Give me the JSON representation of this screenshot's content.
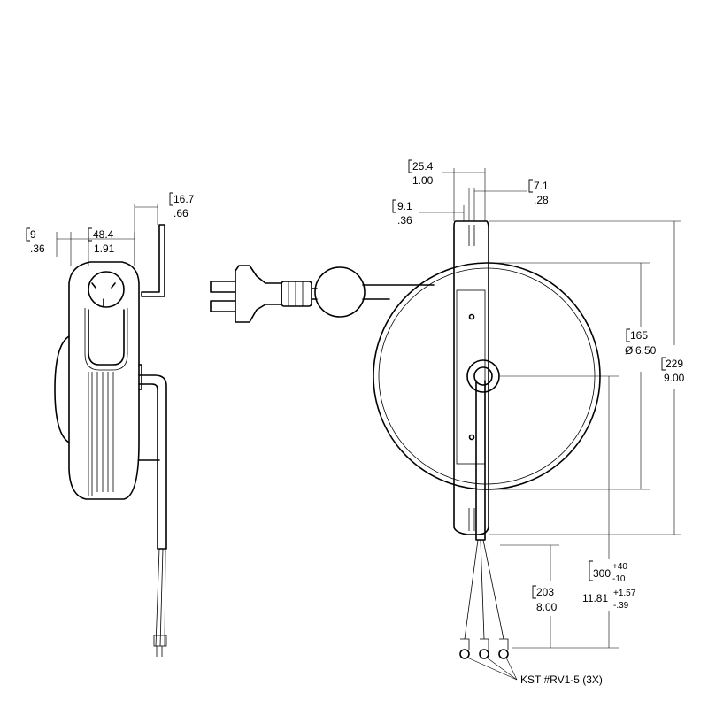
{
  "side_view": {
    "dim_tab": {
      "mm": "16.7",
      "in": ".66"
    },
    "dim_offset": {
      "mm": "9",
      "in": ".36"
    },
    "dim_depth": {
      "mm": "48.4",
      "in": "1.91"
    }
  },
  "front_view": {
    "dim_width": {
      "mm": "25.4",
      "in": "1.00"
    },
    "dim_slot": {
      "mm": "7.1",
      "in": ".28"
    },
    "dim_left_offset": {
      "mm": "9.1",
      "in": ".36"
    },
    "dim_reel": {
      "mm": "165",
      "in": "6.50",
      "prefix": "Ø"
    },
    "dim_height": {
      "mm": "229",
      "in": "9.00"
    },
    "dim_cord_ext": {
      "mm": "300",
      "mm_plus": "+40",
      "mm_minus": "-10",
      "in": "11.81",
      "in_plus": "+1.57",
      "in_minus": "-.39"
    },
    "dim_lead": {
      "mm": "203",
      "in": "8.00"
    },
    "callout": "KST #RV1-5 (3X)"
  }
}
